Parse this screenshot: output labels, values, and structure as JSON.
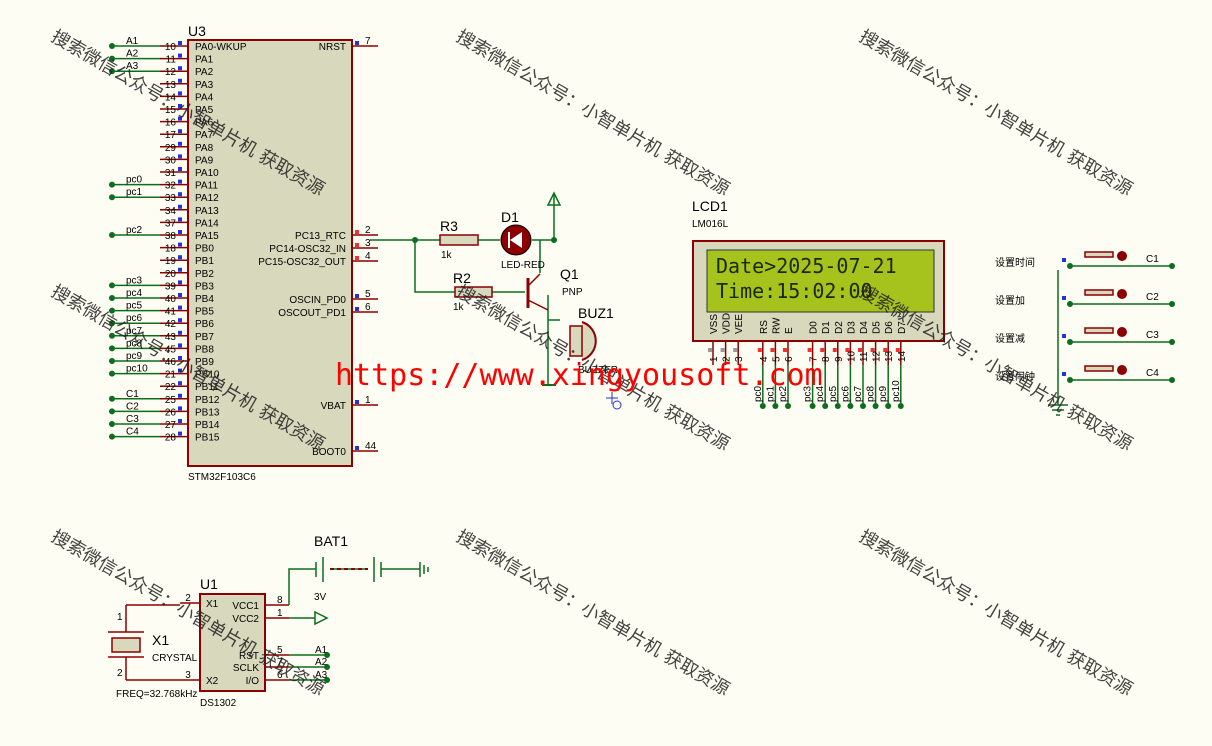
{
  "watermark": {
    "text": "搜索微信公众号：小智单片机 获取资源",
    "url": "https://www.xingyousoft.com"
  },
  "u3": {
    "ref": "U3",
    "part": "STM32F103C6",
    "left_pins": [
      {
        "name": "PA0-WKUP",
        "num": "10",
        "net": "A1"
      },
      {
        "name": "PA1",
        "num": "11",
        "net": "A2"
      },
      {
        "name": "PA2",
        "num": "12",
        "net": "A3"
      },
      {
        "name": "PA3",
        "num": "13",
        "net": ""
      },
      {
        "name": "PA4",
        "num": "14",
        "net": ""
      },
      {
        "name": "PA5",
        "num": "15",
        "net": ""
      },
      {
        "name": "PA6",
        "num": "16",
        "net": ""
      },
      {
        "name": "PA7",
        "num": "17",
        "net": ""
      },
      {
        "name": "PA8",
        "num": "29",
        "net": ""
      },
      {
        "name": "PA9",
        "num": "30",
        "net": ""
      },
      {
        "name": "PA10",
        "num": "31",
        "net": ""
      },
      {
        "name": "PA11",
        "num": "32",
        "net": "pc0"
      },
      {
        "name": "PA12",
        "num": "33",
        "net": "pc1"
      },
      {
        "name": "PA13",
        "num": "34",
        "net": ""
      },
      {
        "name": "PA14",
        "num": "37",
        "net": ""
      },
      {
        "name": "PA15",
        "num": "38",
        "net": "pc2"
      },
      {
        "name": "PB0",
        "num": "18",
        "net": ""
      },
      {
        "name": "PB1",
        "num": "19",
        "net": ""
      },
      {
        "name": "PB2",
        "num": "20",
        "net": ""
      },
      {
        "name": "PB3",
        "num": "39",
        "net": "pc3"
      },
      {
        "name": "PB4",
        "num": "40",
        "net": "pc4"
      },
      {
        "name": "PB5",
        "num": "41",
        "net": "pc5"
      },
      {
        "name": "PB6",
        "num": "42",
        "net": "pc6"
      },
      {
        "name": "PB7",
        "num": "43",
        "net": "pc7"
      },
      {
        "name": "PB8",
        "num": "45",
        "net": "pc8"
      },
      {
        "name": "PB9",
        "num": "46",
        "net": "pc9"
      },
      {
        "name": "PB10",
        "num": "21",
        "net": "pc10"
      },
      {
        "name": "PB11",
        "num": "22",
        "net": ""
      },
      {
        "name": "PB12",
        "num": "25",
        "net": "C1"
      },
      {
        "name": "PB13",
        "num": "26",
        "net": "C2"
      },
      {
        "name": "PB14",
        "num": "27",
        "net": "C3"
      },
      {
        "name": "PB15",
        "num": "28",
        "net": "C4"
      }
    ],
    "right_pins": [
      {
        "name": "NRST",
        "num": "7"
      },
      {
        "name": "PC13_RTC",
        "num": "2"
      },
      {
        "name": "PC14-OSC32_IN",
        "num": "3"
      },
      {
        "name": "PC15-OSC32_OUT",
        "num": "4"
      },
      {
        "name": "OSCIN_PD0",
        "num": "5"
      },
      {
        "name": "OSCOUT_PD1",
        "num": "6"
      },
      {
        "name": "VBAT",
        "num": "1"
      },
      {
        "name": "BOOT0",
        "num": "44"
      }
    ]
  },
  "r3": {
    "ref": "R3",
    "value": "1k"
  },
  "r2": {
    "ref": "R2",
    "value": "1k"
  },
  "d1": {
    "ref": "D1",
    "value": "LED-RED"
  },
  "q1": {
    "ref": "Q1",
    "value": "PNP"
  },
  "buz1": {
    "ref": "BUZ1",
    "value": "BUZZER"
  },
  "lcd": {
    "ref": "LCD1",
    "part": "LM016L",
    "line1": "Date>2025-07-21",
    "line2": "Time:15:02:00",
    "pins": [
      {
        "name": "VSS",
        "num": "1",
        "net": ""
      },
      {
        "name": "VDD",
        "num": "2",
        "net": ""
      },
      {
        "name": "VEE",
        "num": "3",
        "net": ""
      },
      {
        "name": "RS",
        "num": "4",
        "net": "pc0"
      },
      {
        "name": "RW",
        "num": "5",
        "net": "pc1"
      },
      {
        "name": "E",
        "num": "6",
        "net": "pc2"
      },
      {
        "name": "D0",
        "num": "7",
        "net": "pc3"
      },
      {
        "name": "D1",
        "num": "8",
        "net": "pc4"
      },
      {
        "name": "D2",
        "num": "9",
        "net": "pc5"
      },
      {
        "name": "D3",
        "num": "10",
        "net": "pc6"
      },
      {
        "name": "D4",
        "num": "11",
        "net": "pc7"
      },
      {
        "name": "D5",
        "num": "12",
        "net": "pc8"
      },
      {
        "name": "D6",
        "num": "13",
        "net": "pc9"
      },
      {
        "name": "D7",
        "num": "14",
        "net": "pc10"
      }
    ]
  },
  "buttons": [
    {
      "label": "设置时间",
      "net": "C1"
    },
    {
      "label": "设置加",
      "net": "C2"
    },
    {
      "label": "设置减",
      "net": "C3"
    },
    {
      "label": "设置闹钟",
      "net": "C4"
    }
  ],
  "u1": {
    "ref": "U1",
    "part": "DS1302",
    "left_pins": [
      {
        "name": "X1",
        "num": "2"
      },
      {
        "name": "X2",
        "num": "3"
      }
    ],
    "right_pins": [
      {
        "name": "VCC1",
        "num": "8",
        "net": ""
      },
      {
        "name": "VCC2",
        "num": "1",
        "net": ""
      },
      {
        "name": "RST",
        "num": "5",
        "net": "A1"
      },
      {
        "name": "SCLK",
        "num": "7",
        "net": "A2"
      },
      {
        "name": "I/O",
        "num": "6",
        "net": "A3"
      }
    ]
  },
  "bat1": {
    "ref": "BAT1",
    "value": "3V"
  },
  "x1": {
    "ref": "X1",
    "value": "CRYSTAL",
    "freq": "FREQ=32.768kHz",
    "pin1": "1",
    "pin2": "2"
  },
  "colors": {
    "wire": "#0b6e1c",
    "part": "#8b0000",
    "body": "#d8d8bc",
    "lcd_bg": "#a6c21c",
    "lcd_text": "#1a2a00",
    "pin_marker_red": "#e33",
    "pin_marker_blue": "#2233dd",
    "url": "#ff0000",
    "watermark": "#222222"
  }
}
